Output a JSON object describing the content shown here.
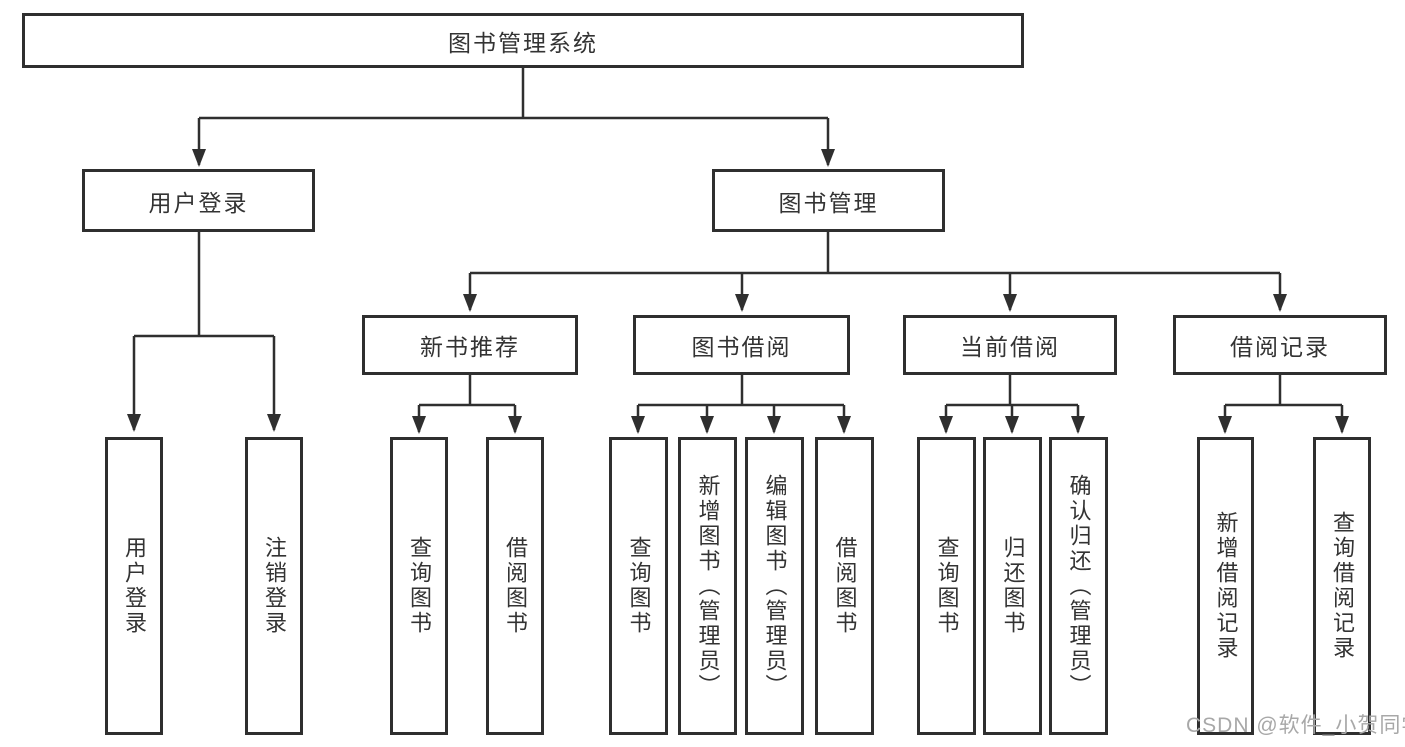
{
  "diagram": {
    "root": {
      "label": "图书管理系统"
    },
    "user_login": {
      "label": "用户登录",
      "children": [
        {
          "label": "用户登录"
        },
        {
          "label": "注销登录"
        }
      ]
    },
    "book_mgmt": {
      "label": "图书管理",
      "sections": [
        {
          "label": "新书推荐",
          "children": [
            {
              "label": "查询图书"
            },
            {
              "label": "借阅图书"
            }
          ]
        },
        {
          "label": "图书借阅",
          "children": [
            {
              "label": "查询图书"
            },
            {
              "label": "新增图书（管理员）"
            },
            {
              "label": "编辑图书（管理员）"
            },
            {
              "label": "借阅图书"
            }
          ]
        },
        {
          "label": "当前借阅",
          "children": [
            {
              "label": "查询图书"
            },
            {
              "label": "归还图书"
            },
            {
              "label": "确认归还（管理员）"
            }
          ]
        },
        {
          "label": "借阅记录",
          "children": [
            {
              "label": "新增借阅记录"
            },
            {
              "label": "查询借阅记录"
            }
          ]
        }
      ]
    }
  },
  "watermark": {
    "text": "CSDN @软件_小贺同学"
  },
  "colors": {
    "line": "#2f2f2f",
    "box_border": "#2f2f2f",
    "text": "#333333",
    "watermark": "#a8a8a8",
    "background": "#ffffff"
  }
}
